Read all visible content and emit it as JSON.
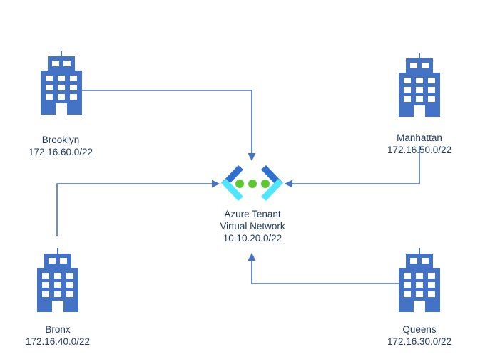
{
  "colors": {
    "line": "#4472c4",
    "building": "#4472c4",
    "window": "#ffffff",
    "vnet_bracket_dark": "#2f6fd0",
    "vnet_bracket_light": "#50e6ff",
    "vnet_dot": "#5ec833",
    "text": "#1f3a5f"
  },
  "icons": {
    "site": "building-icon",
    "vnet": "virtual-network-icon"
  },
  "hub": {
    "name_line1": "Azure Tenant",
    "name_line2": "Virtual Network",
    "cidr": "10.10.20.0/22"
  },
  "sites": {
    "brooklyn": {
      "name": "Brooklyn",
      "cidr": "172.16.60.0/22"
    },
    "manhattan": {
      "name": "Manhattan",
      "cidr": "172.16.50.0/22"
    },
    "bronx": {
      "name": "Bronx",
      "cidr": "172.16.40.0/22"
    },
    "queens": {
      "name": "Queens",
      "cidr": "172.16.30.0/22"
    }
  }
}
